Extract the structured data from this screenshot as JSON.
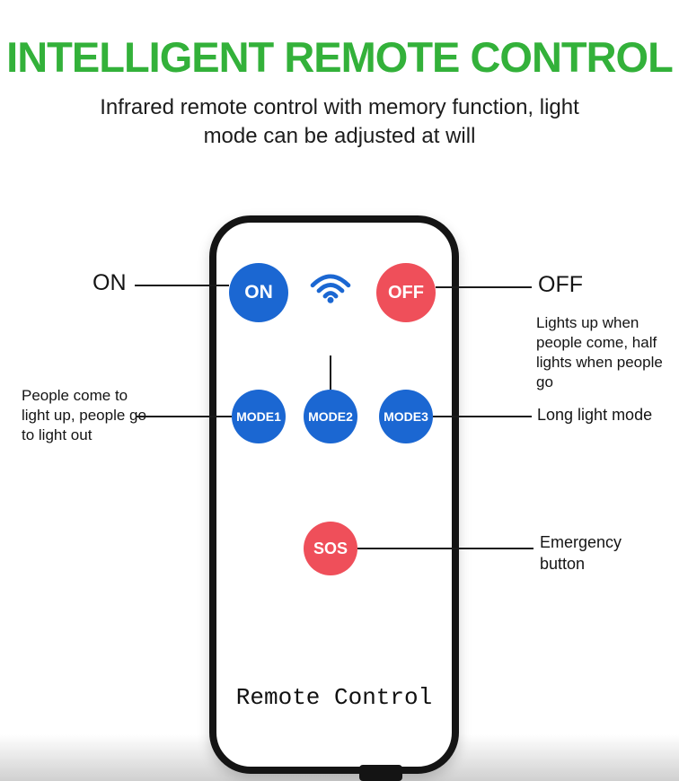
{
  "header": {
    "title": "INTELLIGENT REMOTE CONTROL",
    "subtitle": "Infrared remote control with memory function, light mode can be adjusted at will"
  },
  "remote": {
    "label": "Remote Control",
    "buttons": {
      "on": "ON",
      "off": "OFF",
      "mode1": "MODE1",
      "mode2": "MODE2",
      "mode3": "MODE3",
      "sos": "SOS"
    },
    "icons": {
      "wifi": "wifi-signal-icon"
    }
  },
  "callouts": {
    "on": "ON",
    "off": "OFF",
    "mode1": "People come to light up, people go to light out",
    "mode2": "Lights up when people come, half lights when people go",
    "mode3": "Long light mode",
    "sos": "Emergency button"
  },
  "colors": {
    "title_green": "#33b13a",
    "button_blue": "#1b67d2",
    "button_red": "#ef4f5a",
    "line_color": "#1a1a1a"
  }
}
